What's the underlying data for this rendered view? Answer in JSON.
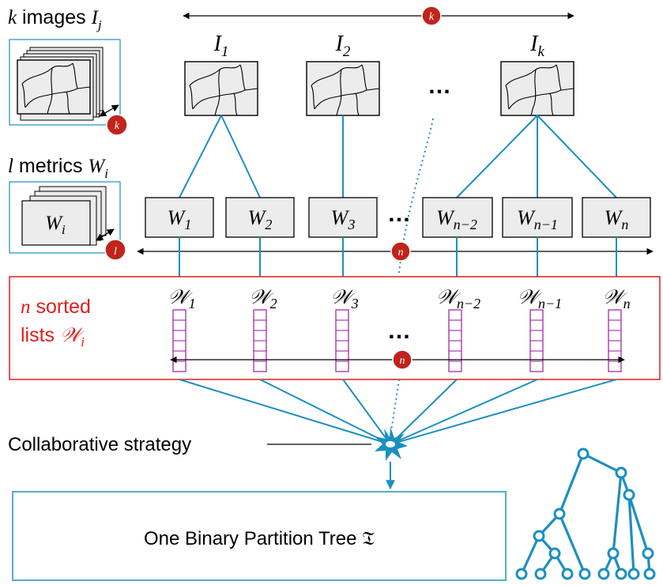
{
  "diagram": {
    "images_caption": {
      "var": "k",
      "text": " images ",
      "symbol": "I",
      "sub": "j"
    },
    "metrics_caption": {
      "var": "l",
      "text": " metrics ",
      "symbol": "W",
      "sub": "i"
    },
    "lists_caption": {
      "line1_var": "n",
      "line1_text": " sorted",
      "line2_text": "lists ",
      "symbol": "𝒲",
      "sub": "i"
    },
    "badges": {
      "k": "k",
      "l": "l",
      "n": "n"
    },
    "images": [
      {
        "symbol": "I",
        "sub": "1"
      },
      {
        "symbol": "I",
        "sub": "2"
      },
      {
        "symbol": "I",
        "sub": "k"
      }
    ],
    "ellipsis": "…",
    "metric_stack_label": {
      "symbol": "W",
      "sub": "i"
    },
    "metrics": [
      {
        "symbol": "W",
        "sub": "1"
      },
      {
        "symbol": "W",
        "sub": "2"
      },
      {
        "symbol": "W",
        "sub": "3"
      },
      {
        "symbol": "W",
        "sub": "n−2"
      },
      {
        "symbol": "W",
        "sub": "n−1"
      },
      {
        "symbol": "W",
        "sub": "n"
      }
    ],
    "lists": [
      {
        "symbol": "𝒲",
        "sub": "1"
      },
      {
        "symbol": "𝒲",
        "sub": "2"
      },
      {
        "symbol": "𝒲",
        "sub": "3"
      },
      {
        "symbol": "𝒲",
        "sub": "n−2"
      },
      {
        "symbol": "𝒲",
        "sub": "n−1"
      },
      {
        "symbol": "𝒲",
        "sub": "n"
      }
    ],
    "strategy_label": "Collaborative strategy",
    "output_label": "One Binary Partition Tree 𝔗",
    "colors": {
      "accent_blue": "#1c8fc0",
      "red": "#e21d1d",
      "badge": "#c0241b",
      "list_purple": "#a02ca0",
      "box_fill": "#ececec"
    }
  }
}
